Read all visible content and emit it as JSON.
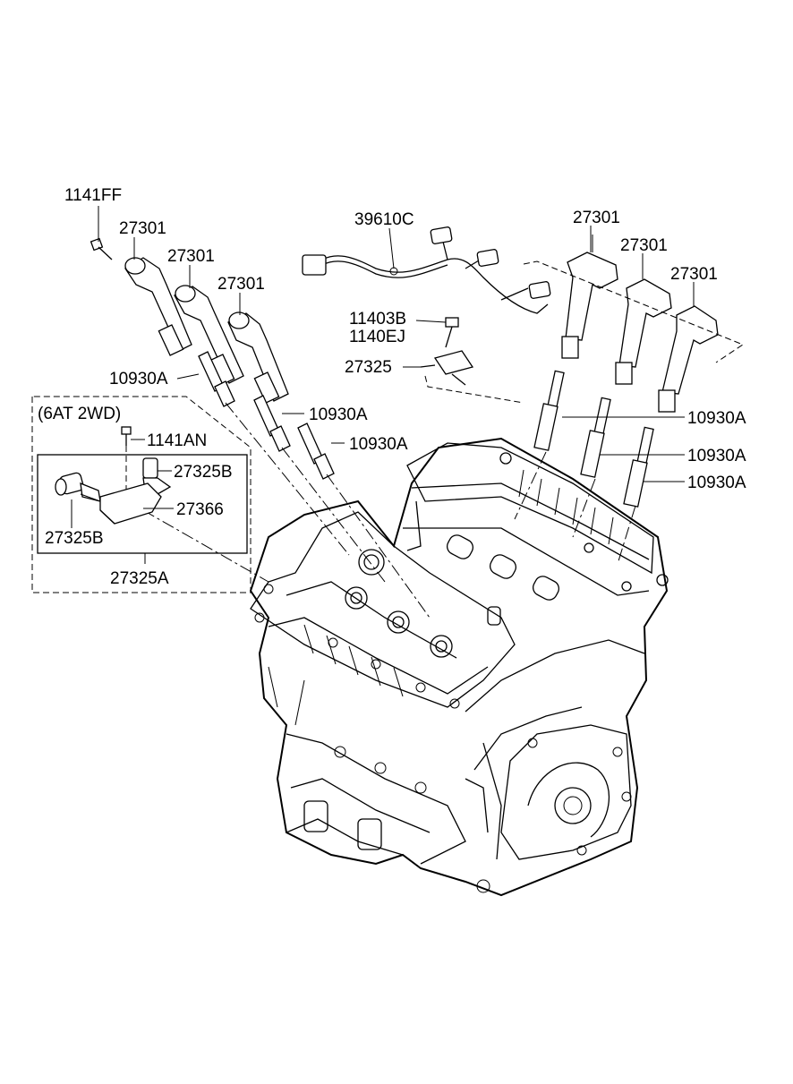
{
  "diagram": {
    "group_title": "(6AT 2WD)",
    "labels": {
      "bolt_1141FF": "1141FF",
      "coil_l1": "27301",
      "coil_l2": "27301",
      "coil_l3": "27301",
      "harness": "39610C",
      "coil_r1": "27301",
      "coil_r2": "27301",
      "coil_r3": "27301",
      "bolt_11403B": "11403B",
      "bolt_1140EJ": "1140EJ",
      "condenser": "27325",
      "plug_l1": "10930A",
      "plug_l2": "10930A",
      "plug_l3": "10930A",
      "plug_r1": "10930A",
      "plug_r2": "10930A",
      "plug_r3": "10930A",
      "bolt_1141AN": "1141AN",
      "sensor_b_right": "27325B",
      "bracket": "27366",
      "sensor_b_left": "27325B",
      "assembly": "27325A"
    }
  }
}
